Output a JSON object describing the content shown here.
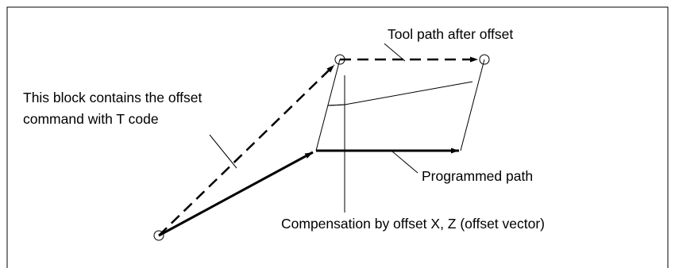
{
  "labels": {
    "tool_path": "Tool path after offset",
    "block_line1": "This block contains the offset",
    "block_line2": "command with T code",
    "programmed_path": "Programmed path",
    "compensation": "Compensation by offset X, Z (offset vector)"
  },
  "colors": {
    "stroke": "#000000",
    "background": "#ffffff"
  }
}
